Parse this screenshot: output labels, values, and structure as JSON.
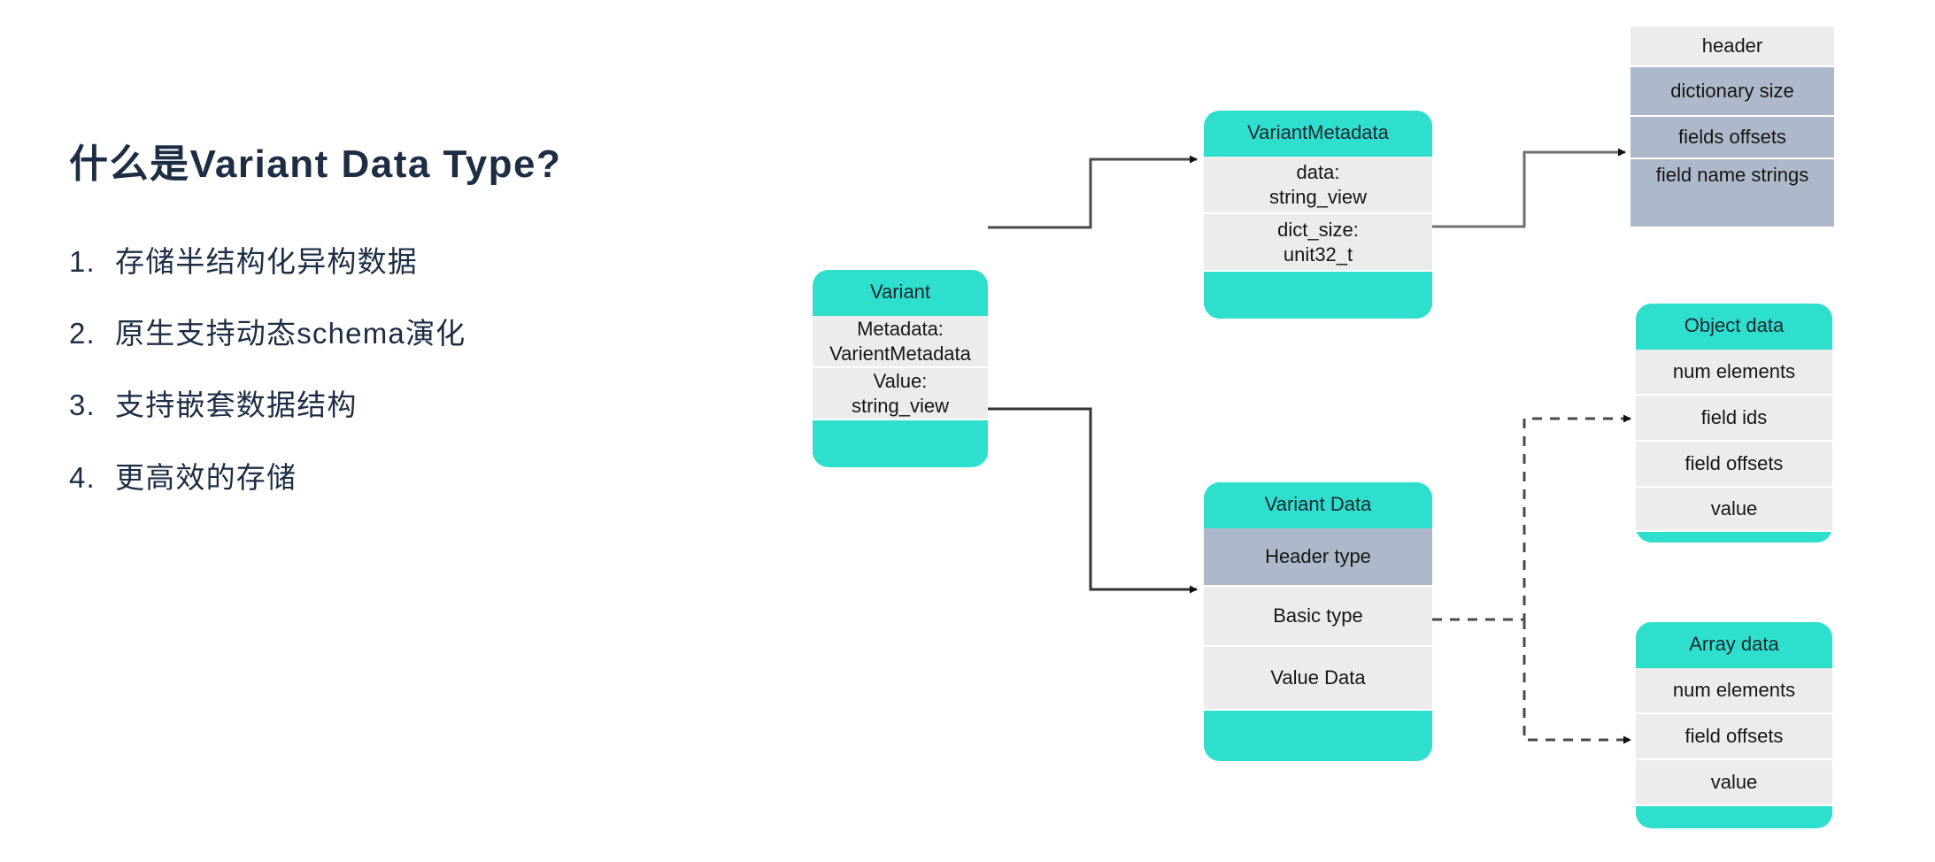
{
  "slide": {
    "title": "什么是Variant Data Type?",
    "bullets": [
      {
        "num": "1.",
        "text": "存储半结构化异构数据"
      },
      {
        "num": "2.",
        "text": "原生支持动态schema演化"
      },
      {
        "num": "3.",
        "text": "支持嵌套数据结构"
      },
      {
        "num": "4.",
        "text": "更高效的存储"
      }
    ]
  },
  "colors": {
    "teal": "#2fdfcd",
    "blue_gray": "#adb9ca",
    "light_gray": "#ececec",
    "text_dark": "#1d2e44",
    "connector": "#555555"
  },
  "diagram": {
    "variant": {
      "title": "Variant",
      "rows": [
        {
          "label": "Metadata:\nVarientMetadata",
          "style": "light"
        },
        {
          "label": "Value:\nstring_view",
          "style": "light"
        }
      ]
    },
    "variant_metadata": {
      "title": "VariantMetadata",
      "rows": [
        {
          "label": "data:\nstring_view",
          "style": "light"
        },
        {
          "label": "dict_size:\nunit32_t",
          "style": "light"
        }
      ]
    },
    "metadata_bytes": {
      "title": "",
      "rows": [
        {
          "label": "header",
          "style": "light"
        },
        {
          "label": "dictionary size",
          "style": "alt"
        },
        {
          "label": "fields offsets",
          "style": "alt"
        },
        {
          "label": "field name strings",
          "style": "alt"
        }
      ]
    },
    "variant_data": {
      "title": "Variant Data",
      "rows": [
        {
          "label": "Header type",
          "style": "alt"
        },
        {
          "label": "Basic type",
          "style": "light"
        },
        {
          "label": "Value Data",
          "style": "light"
        }
      ]
    },
    "object_data": {
      "title": "Object data",
      "rows": [
        {
          "label": "num elements",
          "style": "light"
        },
        {
          "label": "field ids",
          "style": "light"
        },
        {
          "label": "field offsets",
          "style": "light"
        },
        {
          "label": "value",
          "style": "light"
        }
      ]
    },
    "array_data": {
      "title": "Array data",
      "rows": [
        {
          "label": "num elements",
          "style": "light"
        },
        {
          "label": "field offsets",
          "style": "light"
        },
        {
          "label": "value",
          "style": "light"
        }
      ]
    }
  }
}
